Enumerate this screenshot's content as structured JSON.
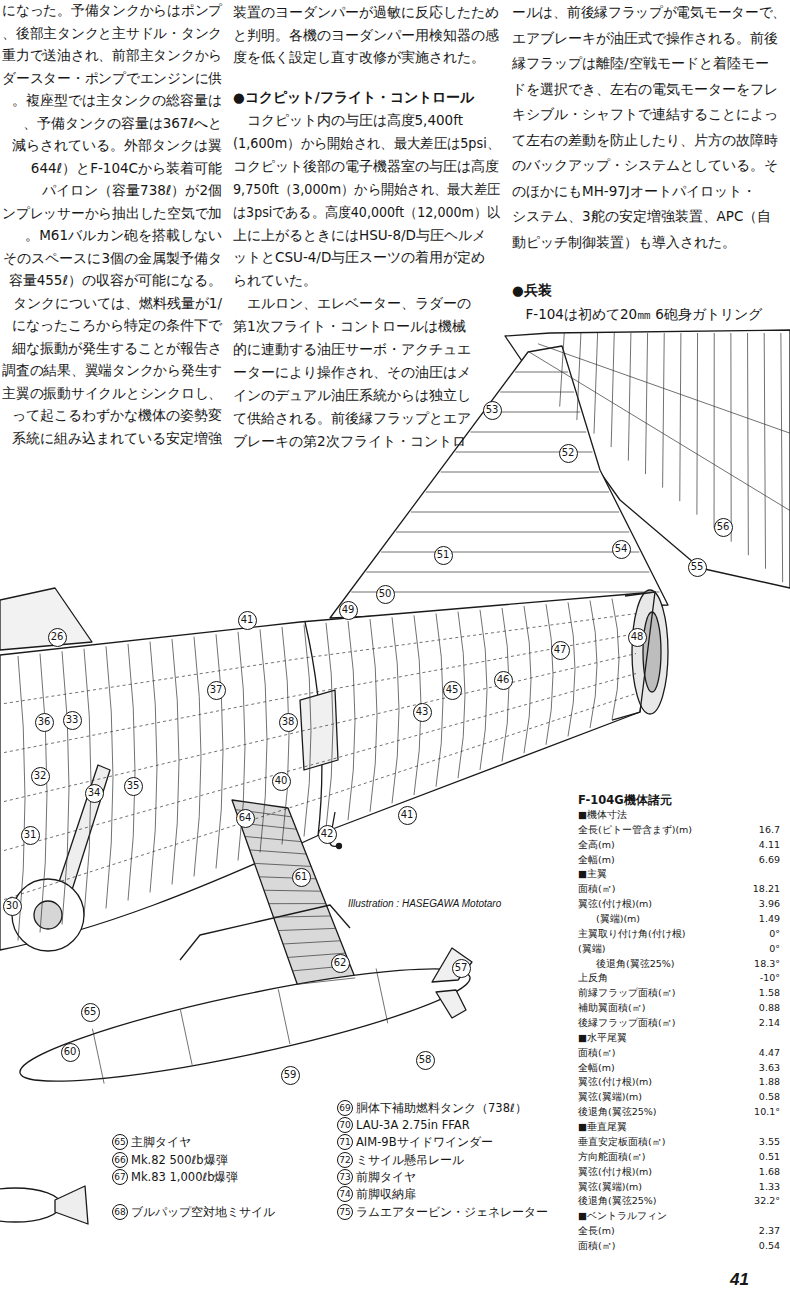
{
  "diagram": {
    "labels": [
      "になった。予備タンクからはポンプ",
      "、後部主タンクと主サドル・タンク",
      "重力で送油され、前部主タンクから",
      "ダースター・ポンプでエンジンに供",
      "。複座型では主タンクの総容量は",
      "、予備タンクの容量は367ℓへと",
      "減らされている。外部タンクは翼",
      "644ℓ）とF-104Cから装着可能",
      "パイロン（容量738ℓ）が2個",
      "ンプレッサーから抽出した空気で加",
      "。M61バルカン砲を搭載しない",
      "そのスペースに3個の金属製予備タ",
      "容量455ℓ）の収容が可能になる。",
      "タンクについては、燃料残量が1/",
      "になったころから特定の条件下で",
      "細な振動が発生することが報告さ",
      "調査の結果、翼端タンクから発生す",
      "主翼の振動サイクルとシンクロし、",
      "って起こるわずかな機体の姿勢変",
      "系統に組み込まれている安定増強",
      "装置のヨーダンパーが過敏に反応したため",
      "と判明。各機のヨーダンパー用検知器の感",
      "度を低く設定し直す改修が実施された。",
      "●コクピット/フライト・コントロール",
      "コクピット内の与圧は高度5,400ft",
      "(1,600m）から開始され、最大差圧は5psi、",
      "コクピット後部の電子機器室の与圧は高度",
      "9,750ft（3,000m）から開始され、最大差圧",
      "は3psiである。高度40,000ft（12,000m）以",
      "上に上がるときにはHSU-8/D与圧ヘルメ",
      "ットとCSU-4/D与圧スーツの着用が定め",
      "られていた。",
      "エルロン、エレベーター、ラダーの",
      "第1次フライト・コントロールは機械",
      "的に連動する油圧サーボ・アクチュエ",
      "ーターにより操作され、その油圧はメ",
      "インのデュアル油圧系統からは独立し",
      "て供給される。前後縁フラップとエア",
      "ブレーキの第2次フライト・コントロ",
      "ールは、前後縁フラップが電気モーターで、",
      "エアブレーキが油圧式で操作される。前後",
      "縁フラップは離陸/空戦モードと着陸モー",
      "ドを選択でき、左右の電気モーターをフレ",
      "キシブル・シャフトで連結することによっ",
      "て左右の差動を防止したり、片方の故障時",
      "のバックアップ・システムとしている。そ",
      "のほかにもMH-97Jオートパイロット・",
      "システム、3舵の安定増強装置、APC（自",
      "動ピッチ制御装置）も導入された。",
      "●兵装",
      "F-104は初めて20㎜ 6砲身ガトリング",
      "26",
      "41",
      "49",
      "50",
      "51",
      "53",
      "52",
      "54",
      "56",
      "55",
      "48",
      "47",
      "46",
      "45",
      "37",
      "36",
      "33",
      "38",
      "43",
      "32",
      "34",
      "35",
      "40",
      "64",
      "41",
      "42",
      "31",
      "61",
      "30",
      "62",
      "57",
      "65",
      "60",
      "59",
      "58",
      "F-104G機体諸元",
      "■機体寸法",
      "全長(ピトー管含まず)(m)",
      "16.7",
      "全高(m)",
      "4.11",
      "全幅(m)",
      "6.69",
      "■主翼",
      "面積(㎡)",
      "18.21",
      "翼弦(付け根)(m)",
      "3.96",
      "(翼端)(m)",
      "1.49",
      "主翼取り付け角(付け根)",
      "0°",
      "(翼端)",
      "0°",
      "後退角(翼弦25%)",
      "18.3°",
      "上反角",
      "-10°",
      "前縁フラップ面積(㎡)",
      "1.58",
      "補助翼面積(㎡)",
      "0.88",
      "後縁フラップ面積(㎡)",
      "2.14",
      "■水平尾翼",
      "面積(㎡)",
      "4.47",
      "全幅(m)",
      "3.63",
      "翼弦(付け根)(m)",
      "1.88",
      "翼弦(翼端)(m)",
      "0.58",
      "後退角(翼弦25%)",
      "10.1°",
      "■垂直尾翼",
      "垂直安定板面積(㎡)",
      "3.55",
      "方向舵面積(㎡)",
      "0.51",
      "翼弦(付け根)(m)",
      "1.68",
      "翼弦(翼端)(m)",
      "1.33",
      "後退角(翼弦25%)",
      "32.2°",
      "■ベントラルフィン",
      "全長(m)",
      "2.37",
      "面積(㎡)",
      "0.54",
      "65",
      "主脚タイヤ",
      "66",
      "Mk.82 500ℓb爆弾",
      "67",
      "Mk.83 1,000ℓb爆弾",
      "68",
      "ブルパップ空対地ミサイル",
      "69",
      "胴体下補助燃料タンク（738ℓ）",
      "70",
      "LAU-3A 2.75in FFAR",
      "71",
      "AIM-9Bサイドワインダー",
      "72",
      "ミサイル懸吊レール",
      "73",
      "前脚タイヤ",
      "74",
      "前脚収納扉",
      "75",
      "ラムエアタービン・ジェネレーター",
      "Illustration : HASEGAWA Mototaro",
      "41"
    ]
  }
}
